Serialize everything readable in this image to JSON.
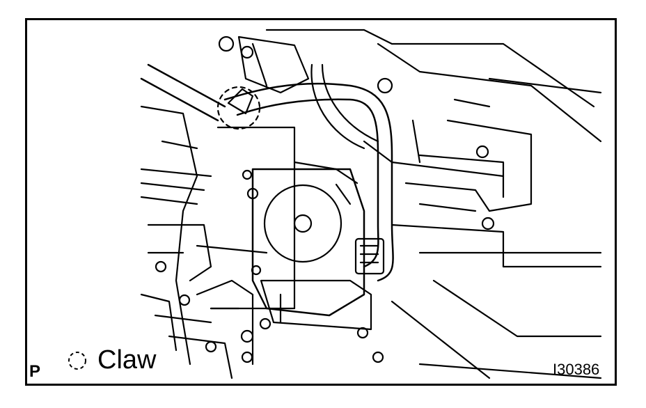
{
  "figure": {
    "corner_mark": "P",
    "legend": {
      "symbol": "dashed-circle-icon",
      "label": "Claw"
    },
    "figure_id": "I30386"
  }
}
